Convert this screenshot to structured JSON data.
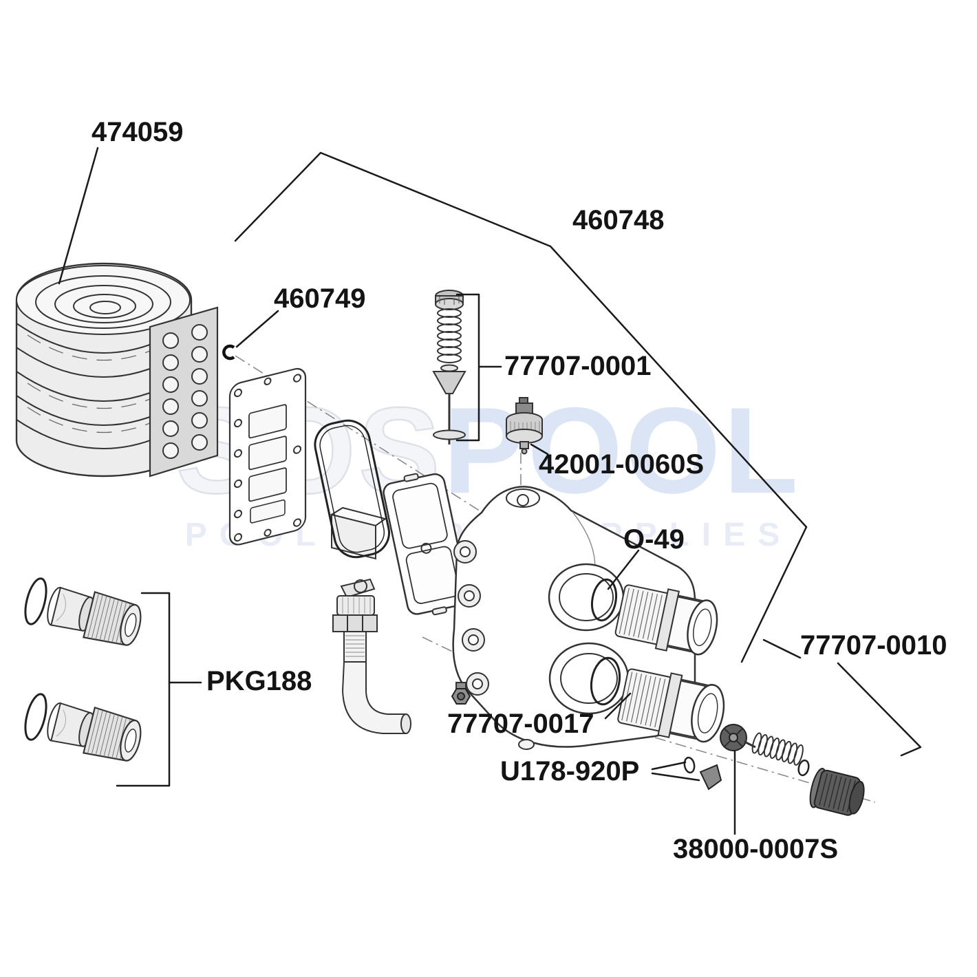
{
  "page": {
    "background": "#ffffff",
    "ink_color": "#1a1a1a"
  },
  "watermark": {
    "part1": "SOS",
    "part2": "POOL",
    "line2": "POOL & SPA SUPPLIES",
    "outline_color": "#dde1e9",
    "fill_color": "#dbe5f6"
  },
  "diagram": {
    "labels": {
      "l474059": "474059",
      "l460748": "460748",
      "l460749": "460749",
      "l77707_0001": "77707-0001",
      "l42001_0060S": "42001-0060S",
      "lO49": "O-49",
      "lPKG188": "PKG188",
      "l77707_0017": "77707-0017",
      "lU178_920P": "U178-920P",
      "l77707_0010": "77707-0010",
      "l38000_0007S": "38000-0007S"
    },
    "parts": [
      {
        "label": "474059",
        "component": "heat-exchanger-coil"
      },
      {
        "label": "460748",
        "component": "manifold-plate-assembly"
      },
      {
        "label": "460749",
        "component": "retaining-clip"
      },
      {
        "label": "77707-0001",
        "component": "spring-poppet-valve"
      },
      {
        "label": "42001-0060S",
        "component": "thermostat-switch"
      },
      {
        "label": "O-49",
        "component": "o-ring"
      },
      {
        "label": "PKG188",
        "component": "union-package"
      },
      {
        "label": "77707-0017",
        "component": "drain-plug"
      },
      {
        "label": "U178-920P",
        "component": "seal-and-seat"
      },
      {
        "label": "77707-0010",
        "component": "bypass-valve-assembly"
      },
      {
        "label": "38000-0007S",
        "component": "valve-poppet"
      }
    ]
  }
}
